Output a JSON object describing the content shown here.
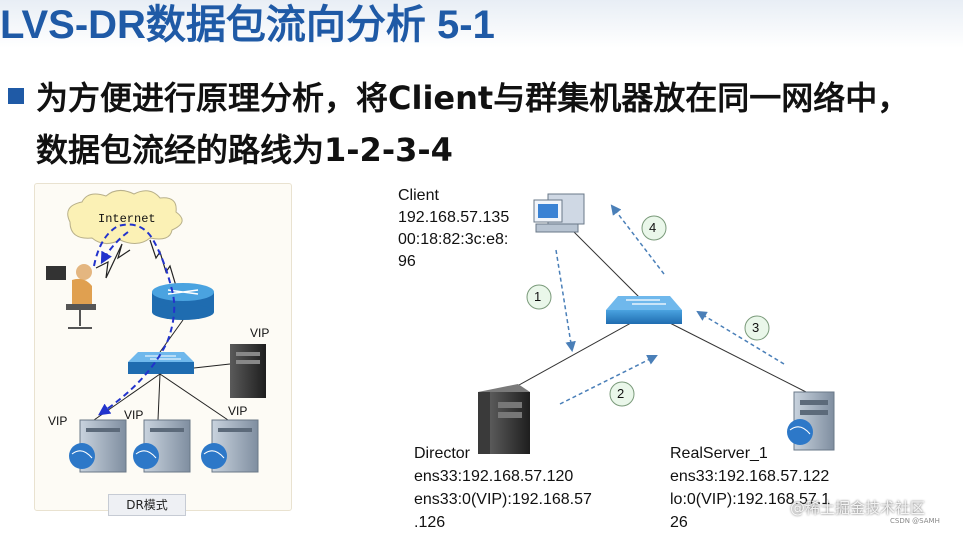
{
  "slide": {
    "title": "LVS-DR数据包流向分析 5-1",
    "bullet": "为方便进行原理分析，将Client与群集机器放在同一网络中，数据包流经的路线为1-2-3-4"
  },
  "left_diagram": {
    "internet_label": "Internet",
    "vip_labels": [
      "VIP",
      "VIP",
      "VIP",
      "VIP"
    ],
    "mode_label": "DR模式"
  },
  "right_diagram": {
    "client": {
      "name": "Client",
      "ip": "192.168.57.135",
      "mac_line1": "00:18:82:3c:e8:",
      "mac_line2": "96"
    },
    "director": {
      "name": "Director",
      "line1": "ens33:192.168.57.120",
      "line2": "ens33:0(VIP):192.168.57",
      "line3": ".126"
    },
    "realserver": {
      "name": "RealServer_1",
      "line1": "ens33:192.168.57.122",
      "line2": "lo:0(VIP):192.168.57.1",
      "line3": "26"
    },
    "steps": [
      "1",
      "2",
      "3",
      "4"
    ]
  },
  "watermark": {
    "text": "@稀土掘金技术社区",
    "small": "CSDN @SAMH"
  },
  "colors": {
    "title": "#1f5aa6",
    "flow_arrow": "#2233cc",
    "step_arrow": "#4a7fb8"
  }
}
